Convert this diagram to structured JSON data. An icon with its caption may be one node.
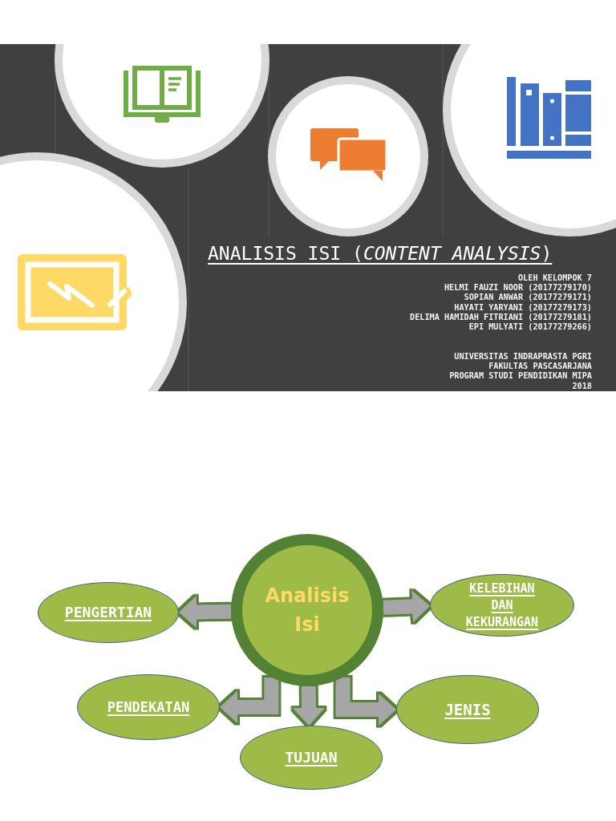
{
  "diagram": {
    "title": "ANALISIS ISI (*CONTENT ANALYSIS*)",
    "nodes": [
      {
        "text": [
          "PENGERTIAN"
        ]
      },
      {
        "text": [
          "Analisis Isi"
        ]
      },
      {
        "text": [
          "KELEBIHAN DAN KEKURANGAN"
        ]
      },
      {
        "text": [
          "PENDEKATAN"
        ]
      },
      {
        "text": [
          "JENIS"
        ]
      },
      {
        "text": [
          "TUJUAN"
        ]
      }
    ],
    "edges": [
      {
        "from": 1,
        "to": 0,
        "arrow": "to"
      },
      {
        "from": 1,
        "to": 2,
        "arrow": "to"
      },
      {
        "from": 1,
        "to": 3,
        "arrow": "to"
      },
      {
        "from": 1,
        "to": 4,
        "arrow": "to"
      },
      {
        "from": 1,
        "to": 5,
        "arrow": "to"
      }
    ],
    "labels": [
      "OLEH KELOMPOK 7",
      "HELMI FAUZI NOOR (20177279170)",
      "SOPIAN ANWAR (20177279171)",
      "HAYATI YARYANI (20177279173)",
      "DELIMA HAMIDAH FITRIANI (20177279181)",
      "EPI MULYATI (20177279266)",
      "UNIVERSITAS INDRAPRASTA PGRI",
      "FAKULTAS PASCASARJANA",
      "PROGRAM STUDI PENDIDIKAN MIPA",
      "2018"
    ]
  }
}
